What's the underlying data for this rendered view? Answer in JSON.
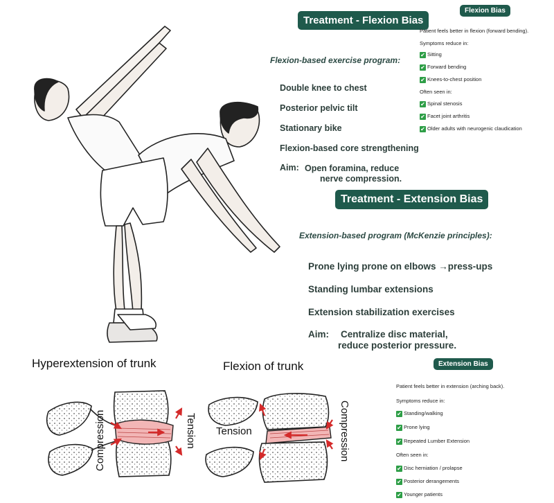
{
  "flexion_section": {
    "title": "Treatment - Flexion Bias",
    "subtitle": "Flexion-based exercise program:",
    "exercises": [
      "Double knee to chest",
      "Posterior pelvic tilt",
      "Stationary bike",
      "Flexion-based core strengthening"
    ],
    "aim_label": "Aim:",
    "aim_line1": "Open foramina, reduce",
    "aim_line2": "nerve compression."
  },
  "flexion_info": {
    "badge": "Flexion Bias",
    "intro": "Patient feels better in flexion (forward bending).",
    "symptoms_label": "Symptoms reduce in:",
    "symptoms": [
      "Sitting",
      "Forward bending",
      "Knees-to-chest position"
    ],
    "seen_label": "Often seen in:",
    "seen": [
      "Spinal stenosis",
      "Facet joint arthritis",
      "Older adults with neurogenic claudication"
    ]
  },
  "extension_section": {
    "title": "Treatment - Extension Bias",
    "subtitle": "Extension-based program (McKenzie principles):",
    "exercises": [
      "Prone lying prone on elbows →press-ups",
      "Standing lumbar extensions",
      "Extension stabilization exercises"
    ],
    "aim_label": "Aim:",
    "aim_line1": "Centralize disc material,",
    "aim_line2": "reduce posterior pressure."
  },
  "extension_info": {
    "badge": "Extension Bias",
    "intro": "Patient feels better in extension (arching back).",
    "symptoms_label": "Symptoms reduce in:",
    "symptoms": [
      "Standing/walking",
      "Prone lying",
      "Repeated Lumber Extension"
    ],
    "seen_label": "Often seen in:",
    "seen": [
      "Disc herniation / prolapse",
      "Posterior derangements",
      "Younger patients"
    ]
  },
  "diagram": {
    "left_caption": "Hyperextension of  trunk",
    "right_caption": "Flexion of trunk",
    "left_compression": "Compression",
    "left_tension": "Tension",
    "right_tension": "Tension",
    "right_compression": "Compression"
  },
  "icons": {
    "check": "check-icon",
    "arrow": "arrow-icon"
  },
  "colors": {
    "badge": "#1f5a4c",
    "check": "#2e9e47",
    "arrow": "#d42a2a",
    "disc": "#f2b6b6"
  }
}
